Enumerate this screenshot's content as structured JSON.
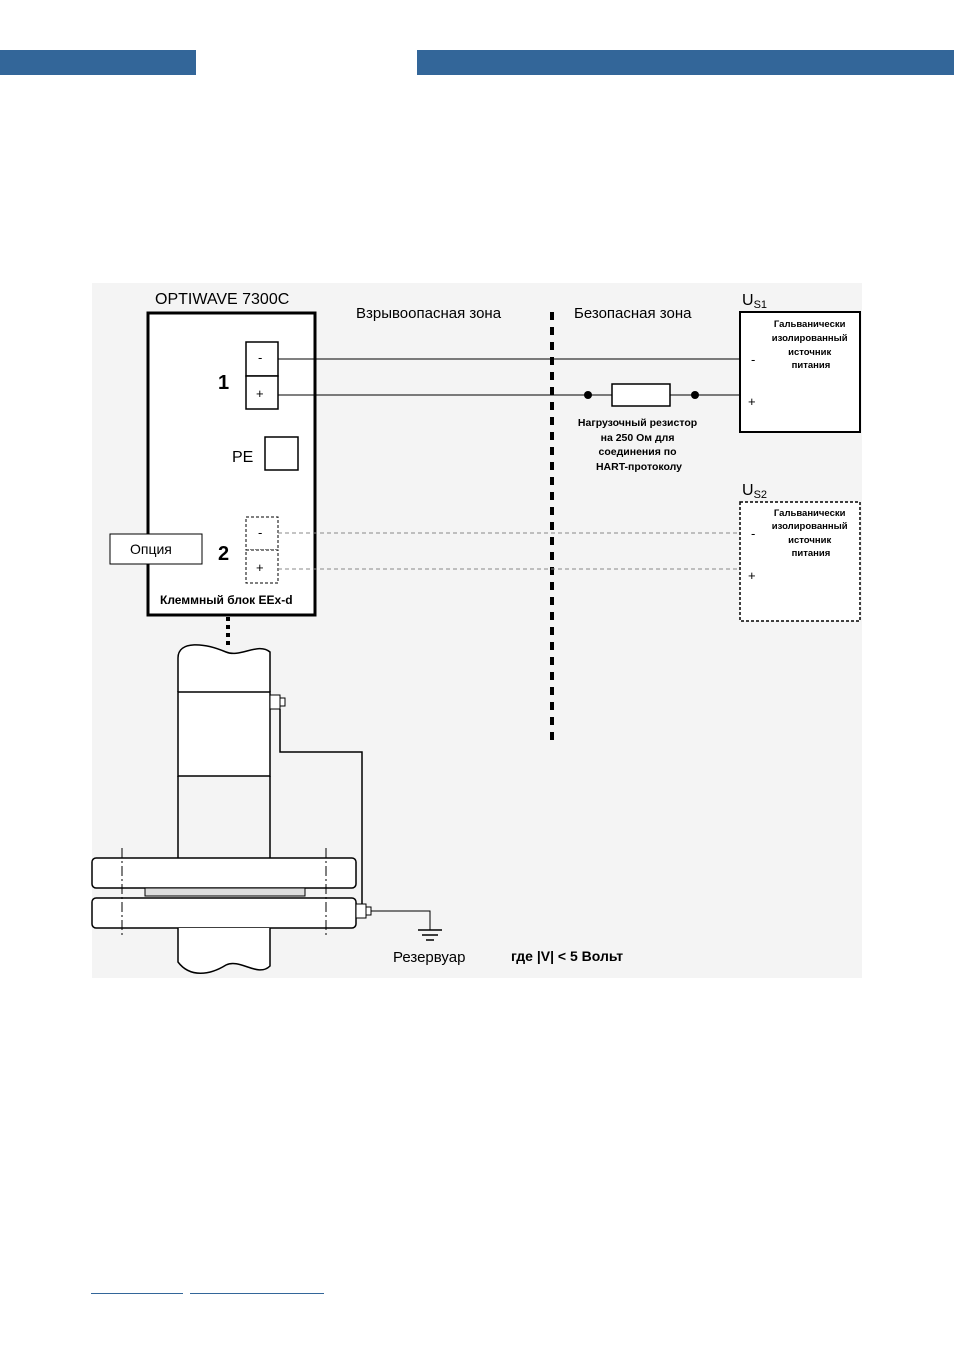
{
  "header": {
    "bar_color": "#336699"
  },
  "diagram": {
    "device_title": "OPTIWAVE 7300C",
    "hazardous_zone": "Взрывоопасная зона",
    "safe_zone": "Безопасная зона",
    "terminal_group_1": "1",
    "terminal_group_2": "2",
    "terminal_minus": "-",
    "terminal_plus": "+",
    "pe_label": "PE",
    "option_label": "Опция",
    "terminal_block_label": "Клеммный блок EEx-d",
    "resistor_note": [
      "Нагрузочный резистор",
      "на 250 Ом для",
      "соединения по",
      "HART-протоколу"
    ],
    "power_supply_1": {
      "label_main": "U",
      "label_sub": "S1",
      "text": [
        "Гальванически",
        "изолированный",
        "источник",
        "питания"
      ],
      "minus": "-",
      "plus": "+"
    },
    "power_supply_2": {
      "label_main": "U",
      "label_sub": "S2",
      "text": [
        "Гальванически",
        "изолированный",
        "источник",
        "питания"
      ],
      "minus": "-",
      "plus": "+"
    },
    "tank_label": "Резервуар",
    "voltage_note": "где |V| < 5 Вольт"
  }
}
